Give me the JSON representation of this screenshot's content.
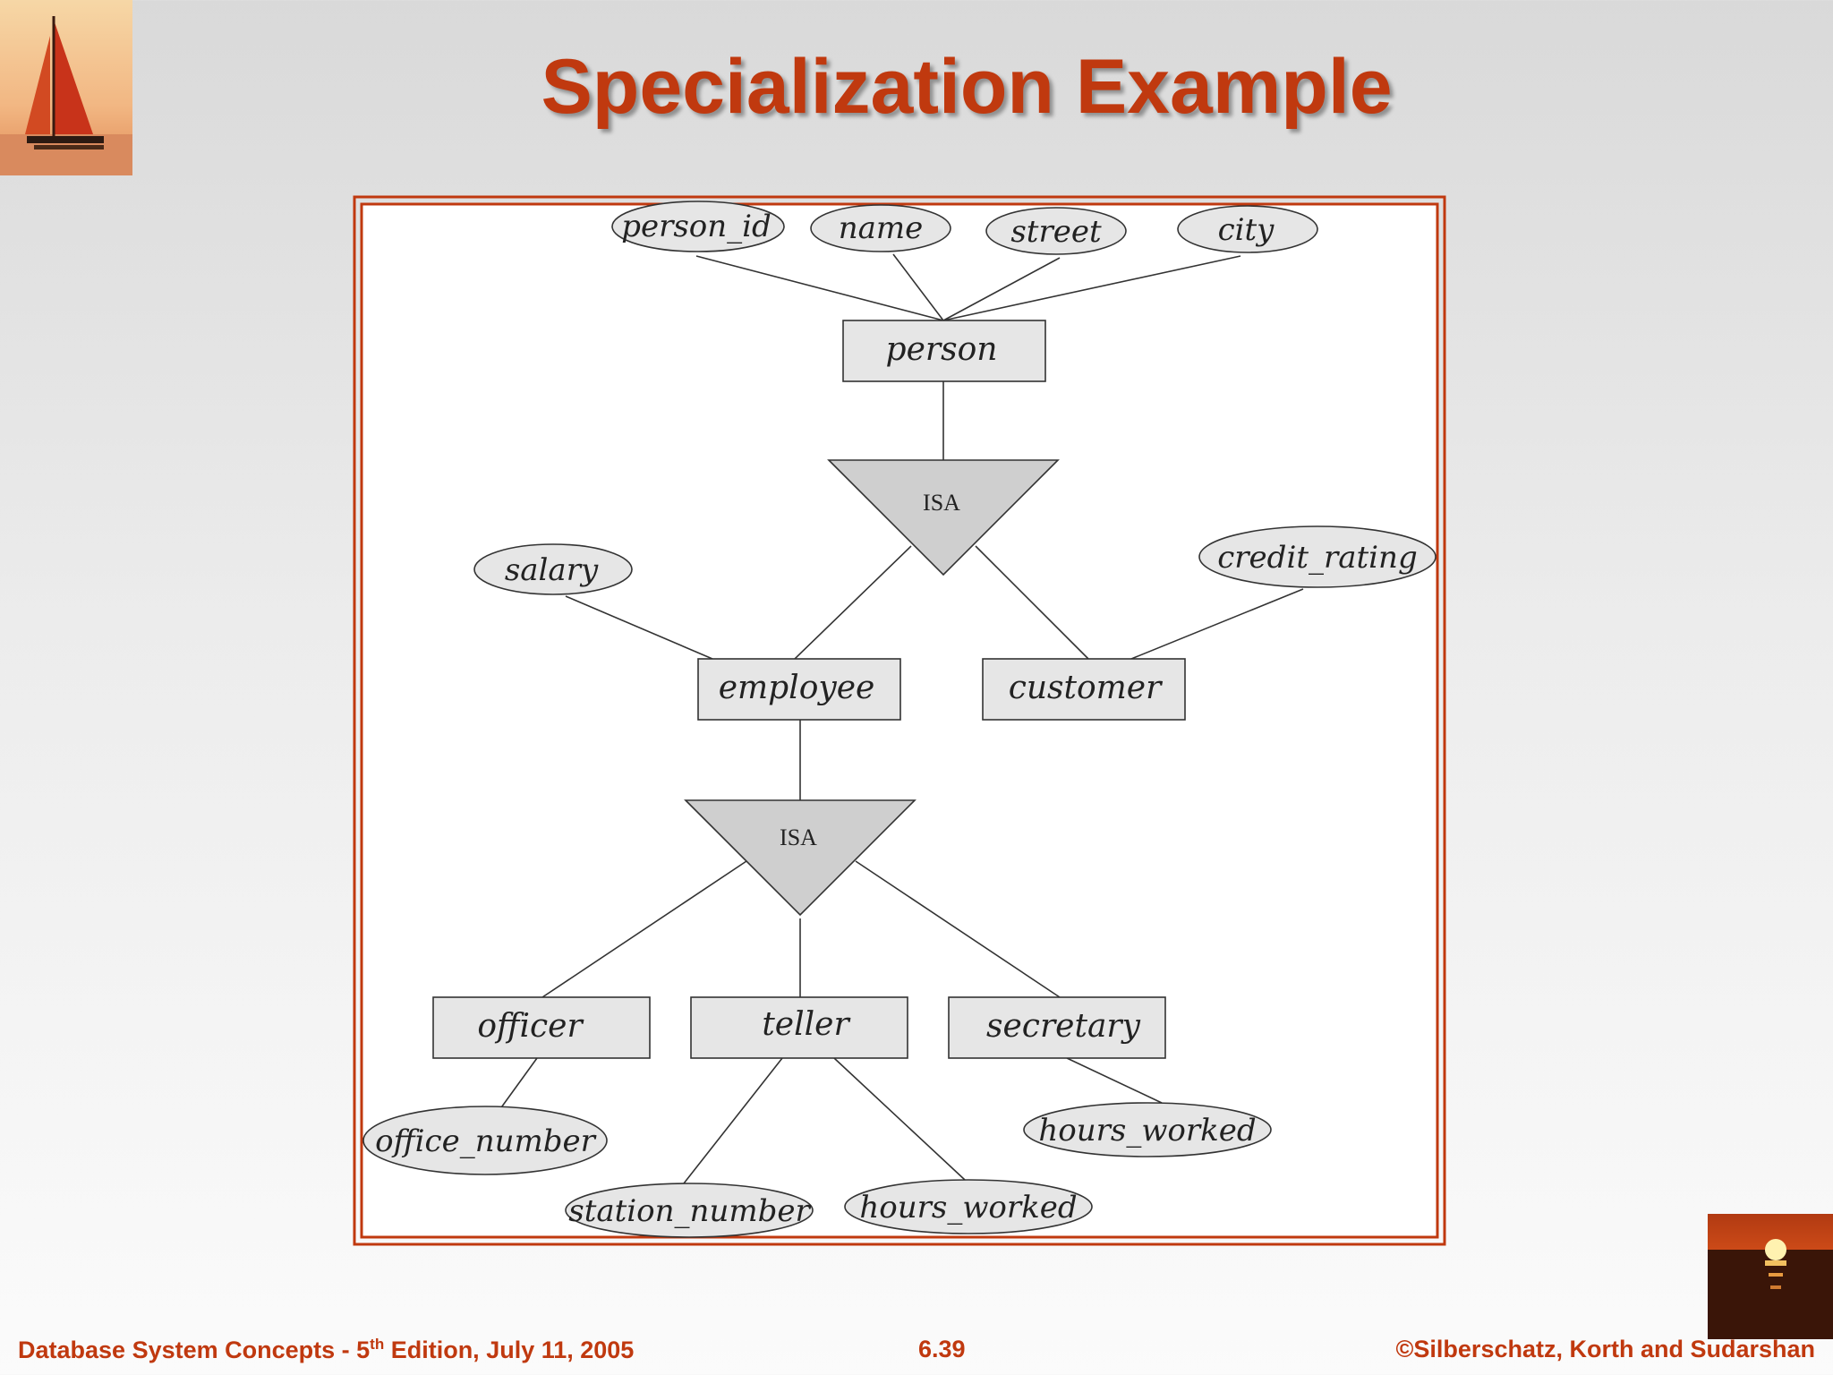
{
  "slide": {
    "title": "Specialization Example"
  },
  "footer": {
    "book": "Database System Concepts - 5",
    "edition_sup": "th",
    "edition_rest": " Edition, July 11, 2005",
    "page_number": "6.39",
    "copyright": "©Silberschatz, Korth and Sudarshan"
  },
  "diagram": {
    "entities": {
      "person": "person",
      "employee": "employee",
      "customer": "customer",
      "officer": "officer",
      "teller": "teller",
      "secretary": "secretary"
    },
    "attributes": {
      "person_id": "person_id",
      "name": "name",
      "street": "street",
      "city": "city",
      "salary": "salary",
      "credit_rating": "credit_rating",
      "office_number": "office_number",
      "station_number": "station_number",
      "teller_hours_worked": "hours_worked",
      "secretary_hours_worked": "hours_worked"
    },
    "isa": {
      "top": "ISA",
      "bottom": "ISA"
    }
  }
}
